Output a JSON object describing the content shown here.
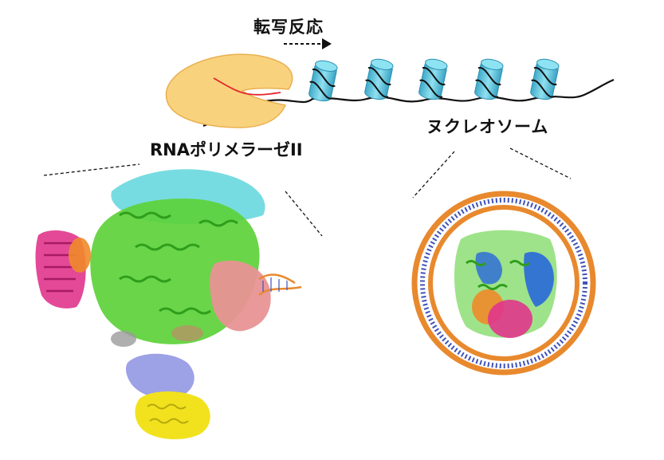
{
  "labels": {
    "transcription": "転写反応",
    "rna_polymerase": "RNAポリメラーゼII",
    "nucleosome": "ヌクレオソーム"
  },
  "colors": {
    "polymerase_body": "#f9d27e",
    "nucleosome_cyan": "#5bc8dc",
    "dna_backbone": "#e8892e",
    "dna_bases": "#3f52b8",
    "helix_green": "#5dd13a",
    "helix_cyan": "#5fd6dc",
    "helix_magenta": "#e0358c",
    "helix_salmon": "#e89494",
    "helix_yellow": "#f2e21e",
    "helix_blue": "#2f6fd6",
    "helix_orange": "#f08a2a",
    "rna_strand": "#e3262a"
  },
  "icons": [
    "arrow-right-icon"
  ]
}
